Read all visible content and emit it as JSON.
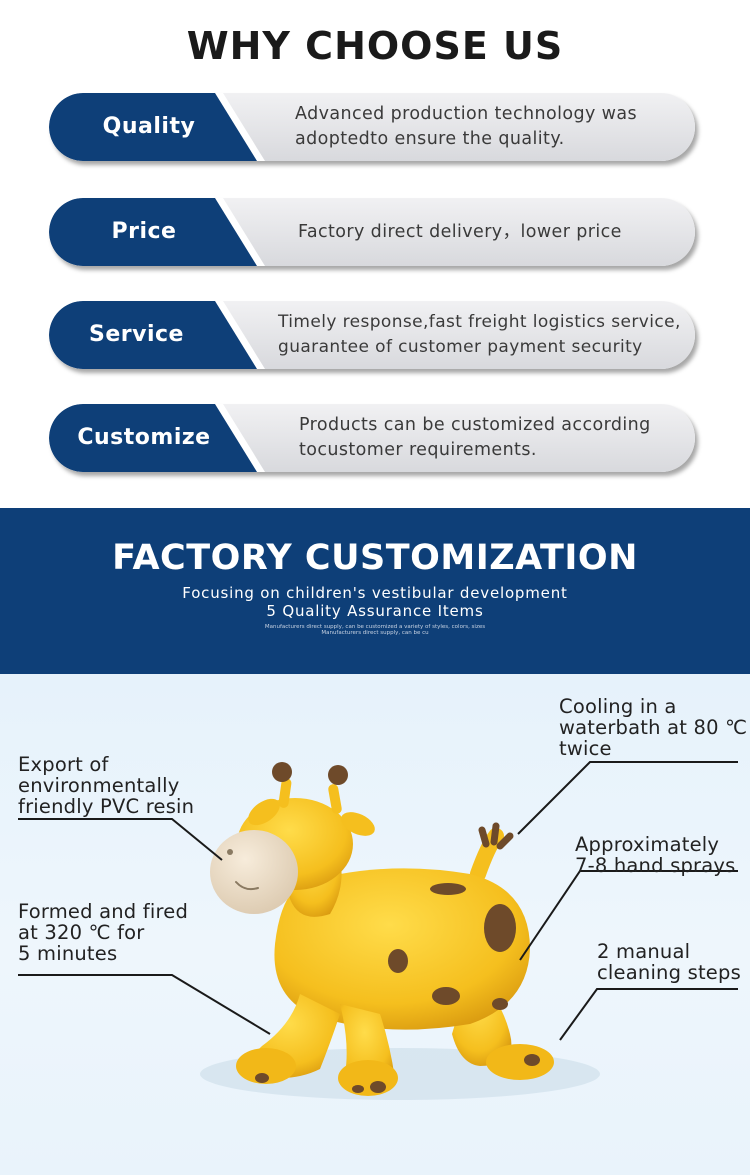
{
  "why": {
    "title": "WHY CHOOSE US",
    "items": [
      {
        "label": "Quality",
        "desc_line1": "Advanced production technology was",
        "desc_line2": "adoptedto ensure the quality."
      },
      {
        "label": "Price",
        "desc_line1": "Factory direct delivery，lower price",
        "desc_line2": ""
      },
      {
        "label": "Service",
        "desc_line1": "Timely response,fast freight logistics service,",
        "desc_line2": "guarantee of customer payment security"
      },
      {
        "label": "Customize",
        "desc_line1": "Products can be customized according",
        "desc_line2": "tocustomer requirements."
      }
    ]
  },
  "factory": {
    "title": "FACTORY CUSTOMIZATION",
    "subtitle1": "Focusing on children's vestibular development",
    "subtitle2": "5 Quality Assurance Items",
    "tiny1": "Manufacturers direct supply, can be customized a variety of styles, colors, sizes",
    "tiny2": "Manufacturers direct supply, can be cu"
  },
  "product": {
    "callouts": {
      "export": "Export of\nenvironmentally\nfriendly PVC resin",
      "formed": "Formed and fired\nat 320 ℃ for\n5 minutes",
      "cooling": "Cooling in a\nwaterbath at 80 ℃\ntwice",
      "sprays": "Approximately\n7-8 hand sprays",
      "cleaning": "2 manual\ncleaning steps"
    }
  },
  "colors": {
    "navy": "#0e3f78",
    "toy_yellow": "#f7c628",
    "spot_brown": "#6e4a2a"
  }
}
